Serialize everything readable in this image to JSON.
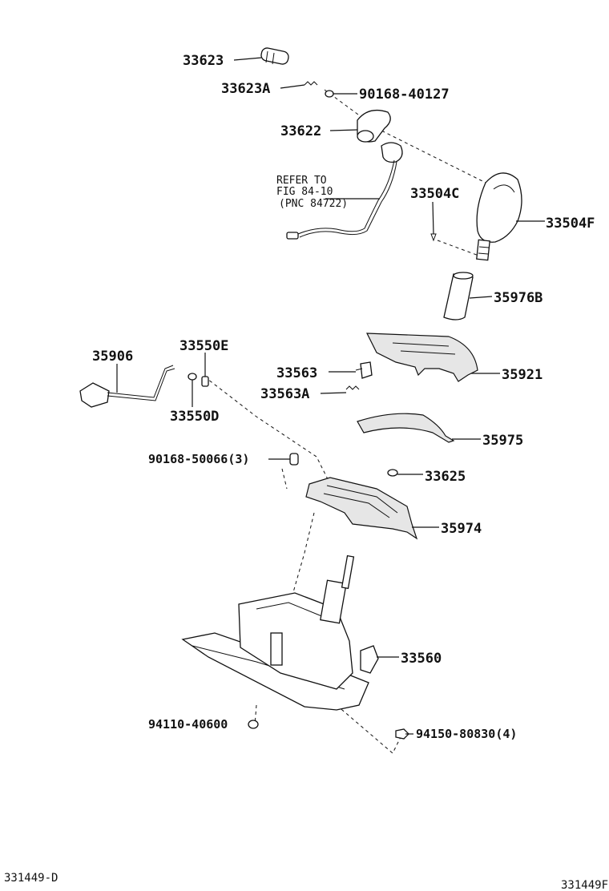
{
  "labels": {
    "p33623": "33623",
    "p33623A": "33623A",
    "p90168_40127": "90168-40127",
    "p33622": "33622",
    "refer_line1": "REFER TO",
    "refer_line2": "FIG 84-10",
    "refer_line3": "(PNC 84722)",
    "p33504C": "33504C",
    "p33504F": "33504F",
    "p35976B": "35976B",
    "p35906": "35906",
    "p33550E": "33550E",
    "p33550D": "33550D",
    "p33563": "33563",
    "p33563A": "33563A",
    "p35921": "35921",
    "p35975": "35975",
    "p90168_50066": "90168-50066(3)",
    "p33625": "33625",
    "p35974": "35974",
    "p33560": "33560",
    "p94110_40600": "94110-40600",
    "p94150_80830": "94150-80830(4)"
  },
  "footer": {
    "left_code": "331449-D",
    "right_code": "331449F"
  }
}
